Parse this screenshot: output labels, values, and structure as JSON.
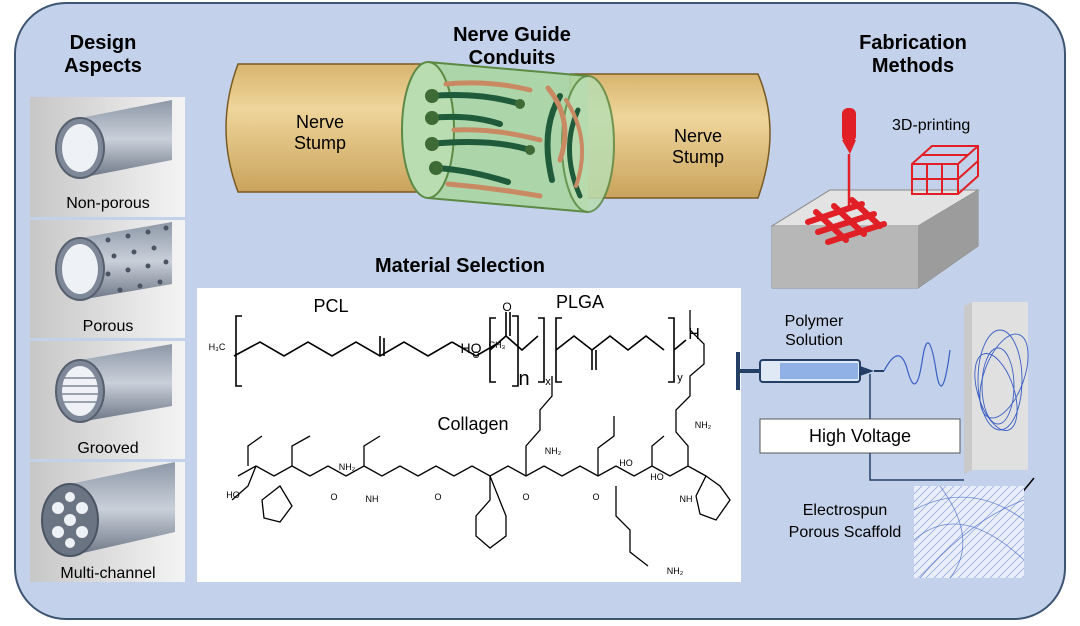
{
  "headings": {
    "design": [
      "Design",
      "Aspects"
    ],
    "conduits": [
      "Nerve Guide",
      "Conduits"
    ],
    "fabrication": [
      "Fabrication",
      "Methods"
    ],
    "materials": "Material Selection"
  },
  "design_aspects": [
    "Non-porous",
    "Porous",
    "Grooved",
    "Multi-channel"
  ],
  "conduit_labels": {
    "stump_left": [
      "Nerve",
      "Stump"
    ],
    "stump_right": [
      "Nerve",
      "Stump"
    ]
  },
  "materials": {
    "pcl": "PCL",
    "plga": "PLGA",
    "collagen": "Collagen",
    "pcl_atoms": {
      "methyl_left": "H₃C",
      "oxygen": "O",
      "methyl_right": "CH₃",
      "n": "n"
    },
    "plga_atoms": {
      "ho": "HO",
      "h": "H",
      "x": "x",
      "y": "y",
      "o": "O"
    },
    "collagen_atoms": {
      "oh": "HO",
      "nh2": "NH₂",
      "o": "O",
      "nh": "NH"
    }
  },
  "fabrication": {
    "printing": "3D-printing",
    "polymer_solution": [
      "Polymer",
      "Solution"
    ],
    "voltage": "High Voltage",
    "electrospun": [
      "Electrospun",
      "Porous Scaffold"
    ]
  },
  "colors": {
    "frame_bg": "#c3d2ea",
    "frame_border": "#3d5573",
    "nerve": "#e6c98b",
    "conduit": "#aad6a2",
    "printer_red": "#e01f26",
    "fiber_blue": "#3a5fc4"
  }
}
